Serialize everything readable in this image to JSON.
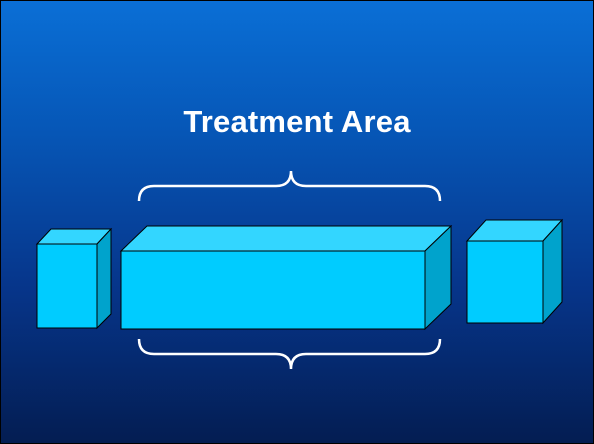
{
  "slide": {
    "title": "Treatment Area"
  },
  "colors": {
    "background_top": "#0a6fd6",
    "background_bottom": "#041d52",
    "box_front": "#00ccff",
    "box_top": "#33d6ff",
    "box_side": "#00a3cc",
    "brace": "#ffffff",
    "title": "#ffffff"
  },
  "icons": {
    "top_brace": "curly-brace-down",
    "bottom_brace": "curly-brace-up"
  }
}
